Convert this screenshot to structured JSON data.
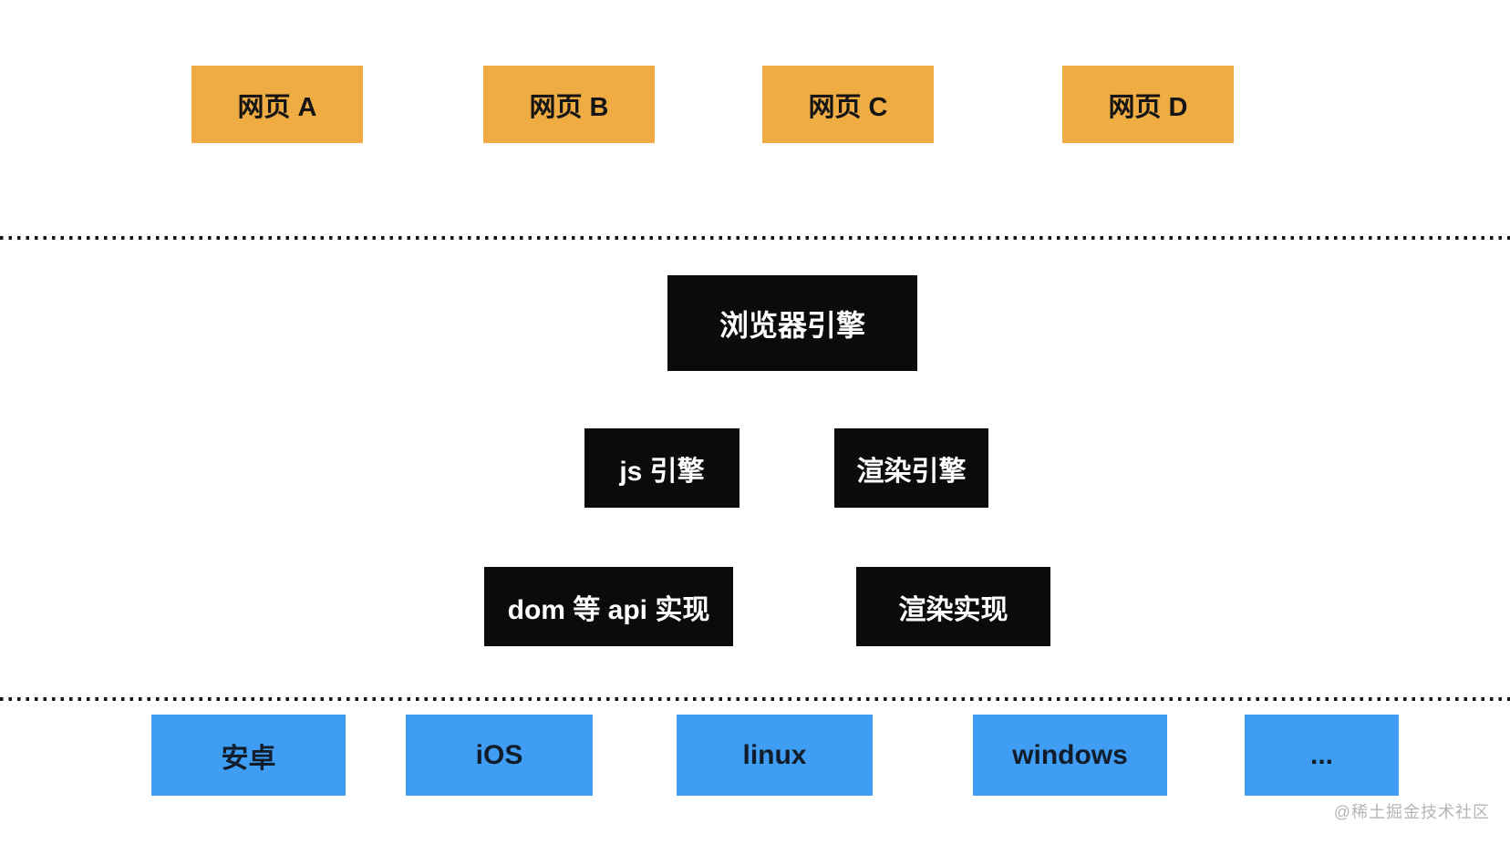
{
  "web_pages": [
    {
      "label": "网页 A"
    },
    {
      "label": "网页 B"
    },
    {
      "label": "网页 C"
    },
    {
      "label": "网页 D"
    }
  ],
  "engine_layer": {
    "browser": {
      "label": "浏览器引擎"
    },
    "js": {
      "label": "js 引擎"
    },
    "render": {
      "label": "渲染引擎"
    },
    "dom_api": {
      "label": "dom 等 api 实现"
    },
    "render_impl": {
      "label": "渲染实现"
    }
  },
  "os_layer": [
    {
      "label": "安卓"
    },
    {
      "label": "iOS"
    },
    {
      "label": "linux"
    },
    {
      "label": "windows"
    },
    {
      "label": "..."
    }
  ],
  "watermark": {
    "label": "@稀土掘金技术社区"
  },
  "colors": {
    "web-box": "#EFAC43",
    "engine-box": "#0B0B0B",
    "os-box": "#3F9DF3",
    "divider": "#151515",
    "watermark-text": "#B5B5B5"
  }
}
